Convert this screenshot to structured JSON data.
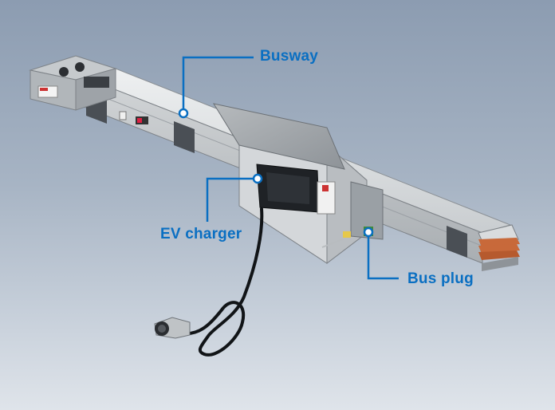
{
  "callouts": {
    "busway": "Busway",
    "ev_charger": "EV charger",
    "bus_plug": "Bus plug"
  },
  "colors": {
    "accent": "#0a6fc2",
    "background_top": "#8c9cb1",
    "background_bottom": "#dfe4ea",
    "busbar_copper": "#c8693a",
    "housing": "#d9dcde"
  }
}
